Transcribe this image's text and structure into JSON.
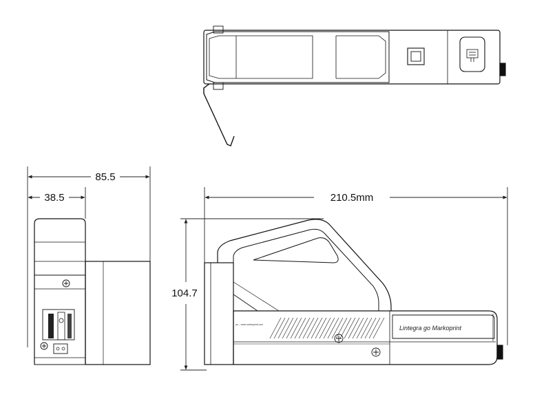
{
  "dimensions": {
    "width_front": "85.5",
    "width_handle": "38.5",
    "length": "210.5mm",
    "height": "104.7"
  },
  "branding": {
    "label": "Lintegra go Markoprint",
    "website": "ps – www.markoprint.com"
  },
  "colors": {
    "outline": "#111111",
    "background": "#ffffff",
    "dimension_line": "#222222"
  }
}
